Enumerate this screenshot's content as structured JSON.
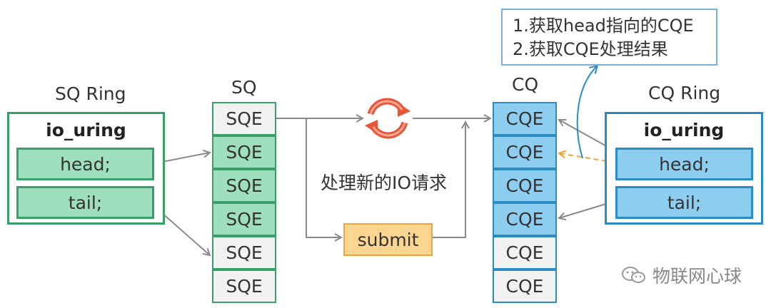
{
  "sq_ring": {
    "label": "SQ Ring",
    "title": "io_uring",
    "fields": [
      "head;",
      "tail;"
    ]
  },
  "cq_ring": {
    "label": "CQ Ring",
    "title": "io_uring",
    "fields": [
      "head;",
      "tail;"
    ]
  },
  "sq": {
    "label": "SQ",
    "entries": [
      {
        "text": "SQE",
        "state": "empty"
      },
      {
        "text": "SQE",
        "state": "fill"
      },
      {
        "text": "SQE",
        "state": "fill"
      },
      {
        "text": "SQE",
        "state": "fill"
      },
      {
        "text": "SQE",
        "state": "empty"
      },
      {
        "text": "SQE",
        "state": "empty"
      }
    ]
  },
  "cq": {
    "label": "CQ",
    "entries": [
      {
        "text": "CQE",
        "state": "fill"
      },
      {
        "text": "CQE",
        "state": "fill"
      },
      {
        "text": "CQE",
        "state": "fill"
      },
      {
        "text": "CQE",
        "state": "fill"
      },
      {
        "text": "CQE",
        "state": "empty"
      },
      {
        "text": "CQE",
        "state": "empty"
      }
    ]
  },
  "process_label": "处理新的IO请求",
  "submit_label": "submit",
  "note_lines": [
    "1.获取head指向的CQE",
    "2.获取CQE处理结果"
  ],
  "watermark": "物联网心球",
  "colors": {
    "sq_border": "#3aa06a",
    "sq_fill": "#9ee0bd",
    "cq_border": "#2b8cc4",
    "cq_fill": "#8ccdf0",
    "submit_fill": "#fcd690",
    "submit_border": "#f0a43a",
    "cycle": "#e8553a",
    "arrow": "#8a8a8a",
    "dashed_arrow": "#f0a43a",
    "note_border": "#7aaedc"
  },
  "icons": [
    "refresh-cycle-icon",
    "wechat-icon"
  ]
}
